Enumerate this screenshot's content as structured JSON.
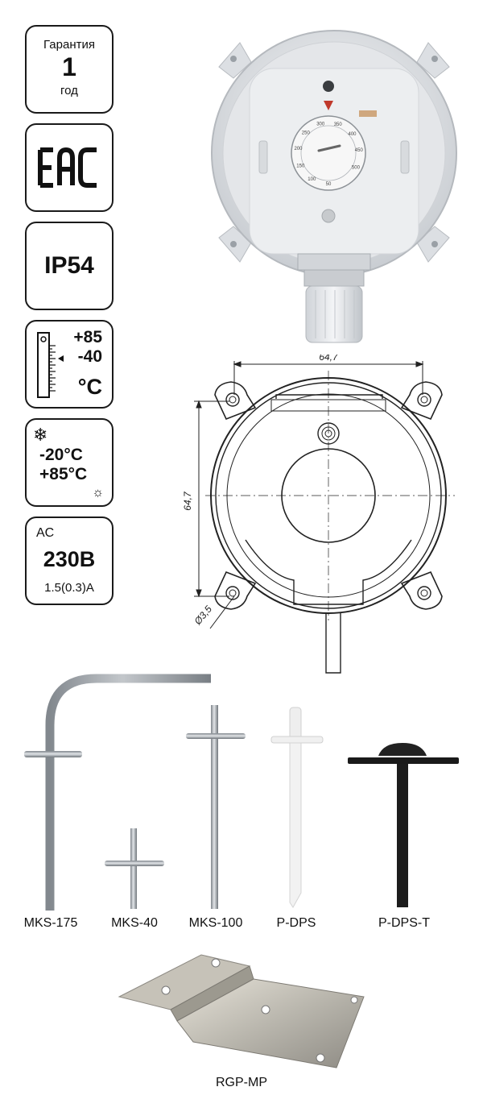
{
  "badges": {
    "warranty": {
      "label": "Гарантия",
      "value": "1",
      "unit": "год"
    },
    "eac": {
      "text": "EAC"
    },
    "ip": {
      "text": "IP54"
    },
    "temp_range": {
      "max": "+85",
      "min": "-40",
      "unit": "°C"
    },
    "ambient": {
      "cold": "-20°C",
      "hot": "+85°C"
    },
    "power": {
      "type": "AC",
      "voltage": "230В",
      "current": "1.5(0.3)A"
    }
  },
  "drawing": {
    "width_dim": "64,7",
    "height_dim": "64,7",
    "hole_dim": "Ø3,5"
  },
  "dial": {
    "ticks": [
      "50",
      "100",
      "150",
      "200",
      "250",
      "300",
      "350",
      "400",
      "450",
      "500"
    ]
  },
  "accessories": [
    "MKS-175",
    "MKS-40",
    "MKS-100",
    "P-DPS",
    "P-DPS-T"
  ],
  "bracket": {
    "label": "RGP-MP"
  },
  "colors": {
    "steel": "#9aa0a6",
    "black": "#1a1a1a",
    "housing": "#e9ebee"
  }
}
